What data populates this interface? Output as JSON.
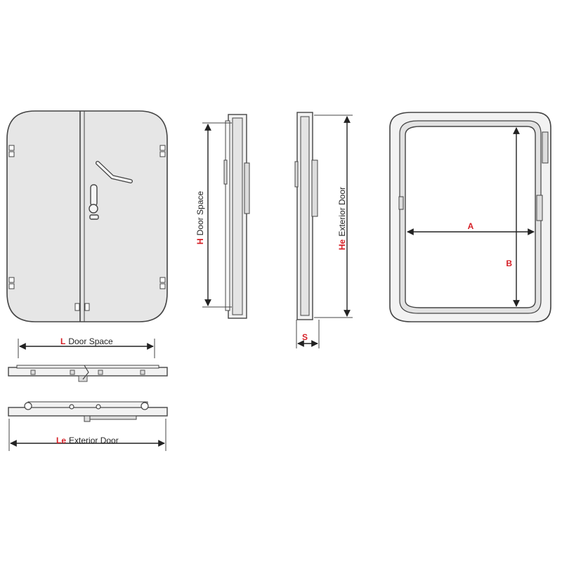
{
  "colors": {
    "accent": "#d62027",
    "line": "#333333",
    "door_fill": "#e6e6e6",
    "frame_fill": "#f2f2f2"
  },
  "dimensions": {
    "door_space_width": {
      "key": "L",
      "text": "Door Space"
    },
    "exterior_width": {
      "key": "Le",
      "text": "Exterior Door"
    },
    "door_space_height": {
      "key": "H",
      "text": "Door Space"
    },
    "exterior_height": {
      "key": "He",
      "text": "Exterior Door"
    },
    "thickness": {
      "key": "S"
    },
    "opening_width": {
      "key": "A"
    },
    "opening_height": {
      "key": "B"
    }
  }
}
